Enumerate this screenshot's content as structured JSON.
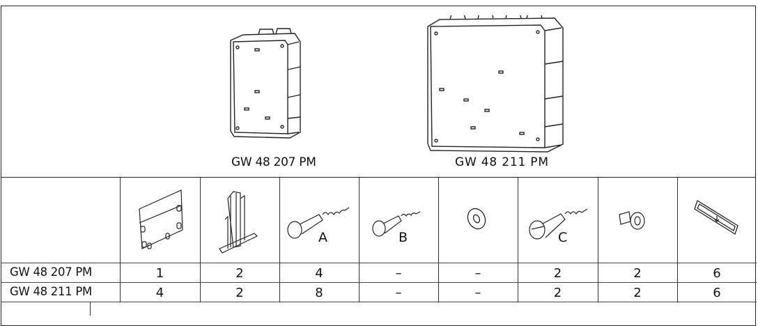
{
  "products": [
    {
      "code": "GW 48 207 PM"
    },
    {
      "code": "GW 48 211 PM"
    }
  ],
  "components": [
    {
      "icon": "cover-plate-icon",
      "letter": ""
    },
    {
      "icon": "separator-bracket-icon",
      "letter": ""
    },
    {
      "icon": "screw-icon",
      "letter": "A"
    },
    {
      "icon": "screw-small-icon",
      "letter": "B"
    },
    {
      "icon": "washer-icon",
      "letter": ""
    },
    {
      "icon": "slotted-screw-icon",
      "letter": "C"
    },
    {
      "icon": "clip-ring-icon",
      "letter": ""
    },
    {
      "icon": "label-frame-icon",
      "letter": ""
    }
  ],
  "table": {
    "rows": [
      {
        "label": "GW 48 207 PM",
        "values": [
          "1",
          "2",
          "4",
          "–",
          "–",
          "2",
          "2",
          "6"
        ]
      },
      {
        "label": "GW 48 211 PM",
        "values": [
          "4",
          "2",
          "8",
          "–",
          "–",
          "2",
          "2",
          "6"
        ]
      }
    ]
  }
}
